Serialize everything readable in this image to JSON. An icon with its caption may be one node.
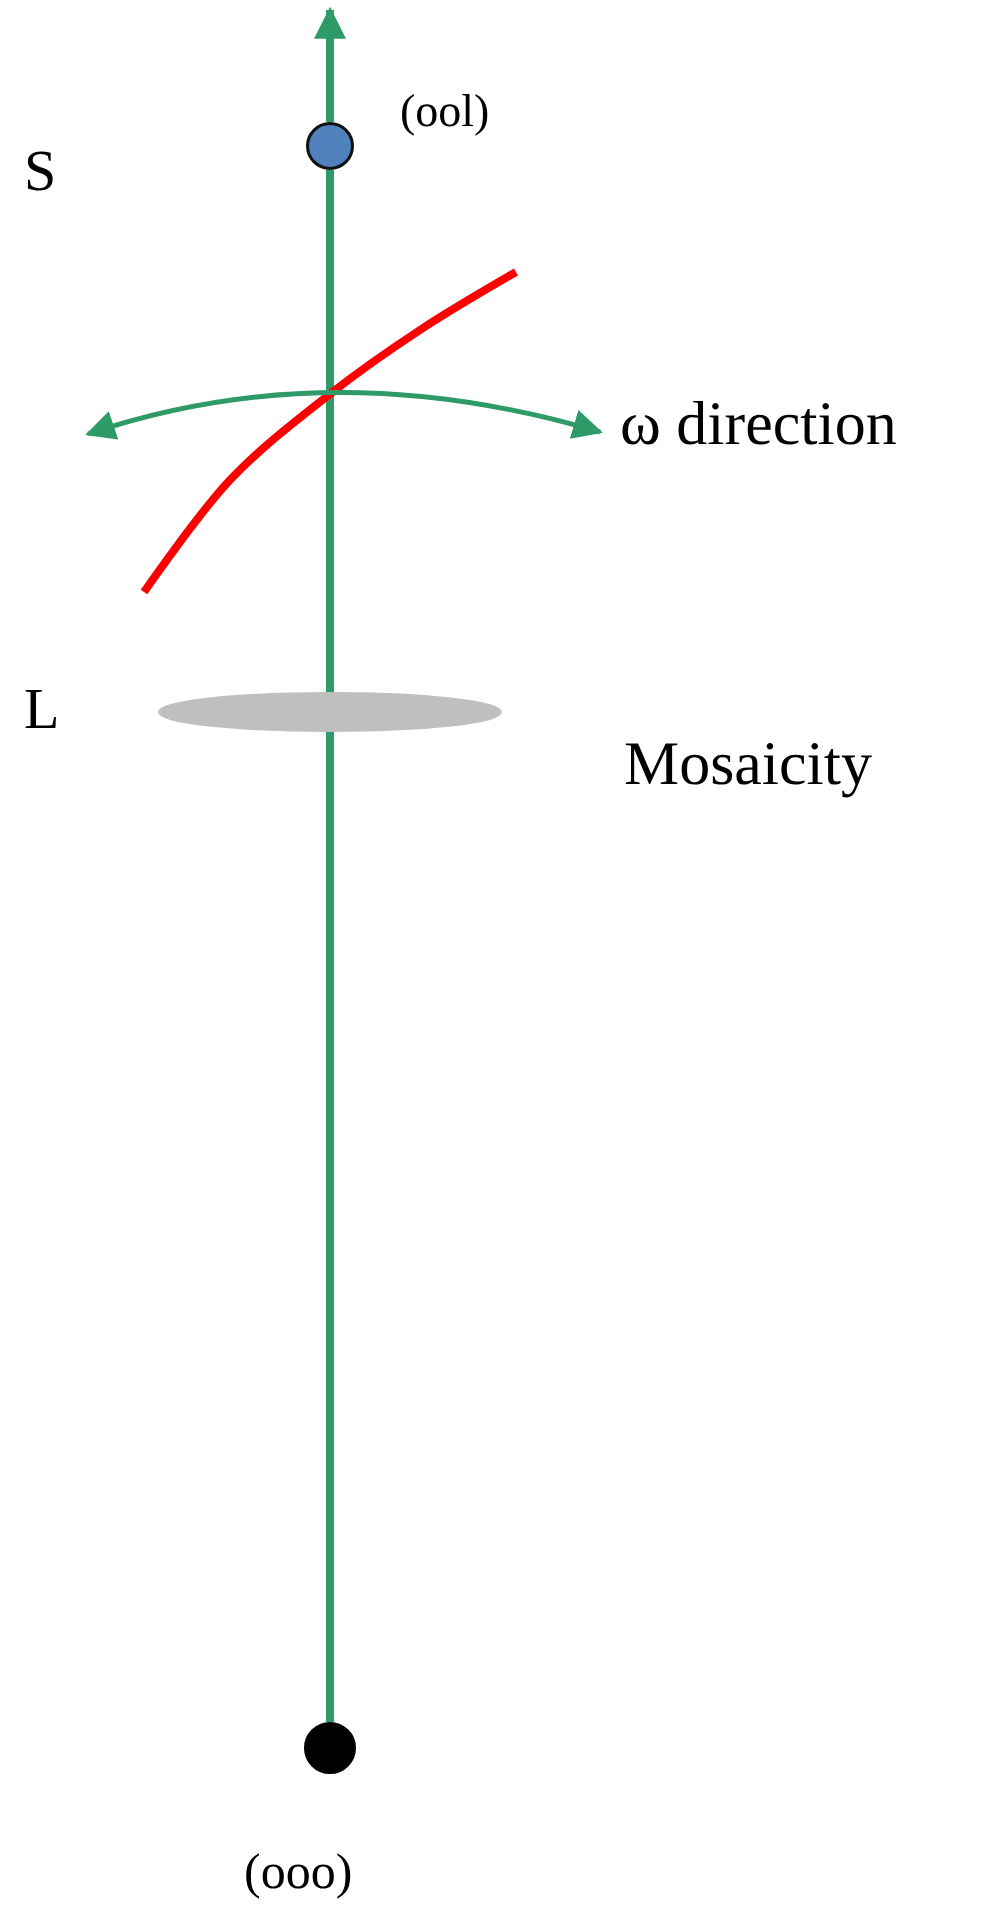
{
  "diagram": {
    "nodes": [
      {
        "text": [],
        "shape": "circle",
        "beside": [
          "(ooo)"
        ]
      },
      {
        "text": [],
        "shape": "circle",
        "beside": [
          "(ool)"
        ]
      },
      {
        "text": [],
        "shape": "ellipse"
      }
    ],
    "edges": [
      {
        "from": 0,
        "to": 2,
        "arrow": "none"
      },
      {
        "from": 2,
        "to": 1,
        "arrow": "none"
      },
      {
        "from": 1,
        "to": null,
        "arrow": "to"
      }
    ],
    "labels": [
      "S",
      "ω direction",
      "L",
      "Mosaicity"
    ]
  }
}
